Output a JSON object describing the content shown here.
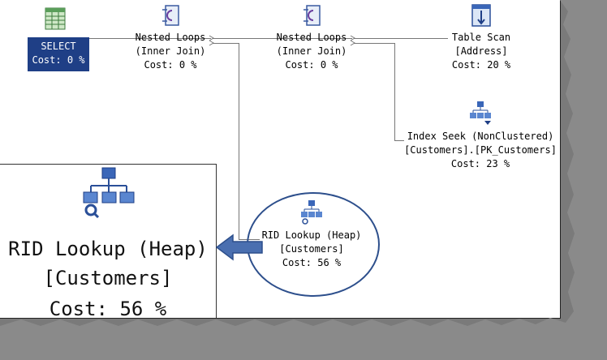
{
  "nodes": {
    "select": {
      "label": "SELECT",
      "cost": "Cost: 0 %"
    },
    "nested_loops_1": {
      "label": "Nested Loops",
      "join": "(Inner Join)",
      "cost": "Cost: 0 %"
    },
    "nested_loops_2": {
      "label": "Nested Loops",
      "join": "(Inner Join)",
      "cost": "Cost: 0 %"
    },
    "table_scan": {
      "label": "Table Scan",
      "object": "[Address]",
      "cost": "Cost: 20 %"
    },
    "index_seek": {
      "label": "Index Seek (NonClustered)",
      "object": "[Customers].[PK_Customers]",
      "cost": "Cost: 23 %"
    },
    "rid_lookup": {
      "label": "RID Lookup (Heap)",
      "object": "[Customers]",
      "cost": "Cost: 56 %"
    }
  },
  "zoom_callout": {
    "label": "RID Lookup (Heap)",
    "object": "[Customers]",
    "cost": "Cost: 56 %"
  },
  "colors": {
    "select_bg": "#1f3f86",
    "highlight": "#2d4f8c",
    "arrow": "#4a6fb0"
  },
  "icons": [
    "table-icon",
    "nested-loops-icon",
    "table-scan-icon",
    "index-seek-icon",
    "rid-lookup-icon"
  ]
}
